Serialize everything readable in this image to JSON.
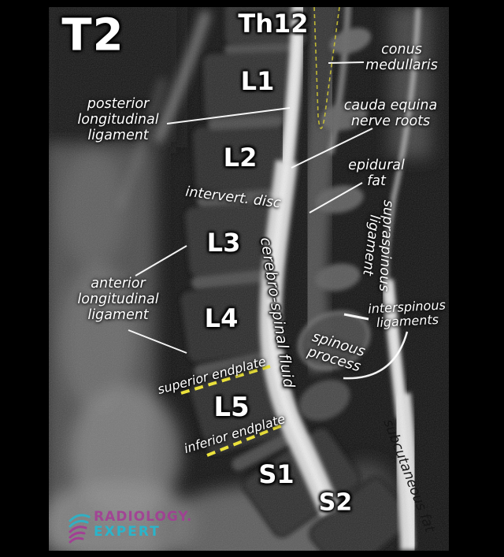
{
  "figure": {
    "modality_label": "T2"
  },
  "vertebrae": {
    "th12": "Th12",
    "l1": "L1",
    "l2": "L2",
    "l3": "L3",
    "l4": "L4",
    "l5": "L5",
    "s1": "S1",
    "s2": "S2"
  },
  "annotations": {
    "posterior_longitudinal_ligament": {
      "lines": [
        "posterior",
        "longitudinal",
        "ligament"
      ]
    },
    "conus_medullaris": {
      "lines": [
        "conus",
        "medullaris"
      ]
    },
    "cauda_equina_nerve_roots": {
      "lines": [
        "cauda equina",
        "nerve roots"
      ]
    },
    "epidural_fat": {
      "lines": [
        "epidural",
        "fat"
      ]
    },
    "intervertebral_disc": {
      "text": "intervert. disc"
    },
    "cerebrospinal_fluid": {
      "text": "cerebro-spinal fluid"
    },
    "supraspinous_ligament": {
      "word1": "supraspinous",
      "word2": "ligament"
    },
    "anterior_longitudinal_ligament": {
      "lines": [
        "anterior",
        "longitudinal",
        "ligament"
      ]
    },
    "interspinous_ligaments": {
      "lines": [
        "interspinous",
        "ligaments"
      ]
    },
    "spinous_process": {
      "lines": [
        "spinous",
        "process"
      ]
    },
    "superior_endplate": {
      "text": "superior endplate"
    },
    "inferior_endplate": {
      "text": "inferior endplate"
    },
    "subcutaneous_fat": {
      "text": "subcutaneous fat"
    }
  },
  "logo": {
    "brand_top": "RADIOLOGY.",
    "brand_bottom": "EXPERT"
  },
  "colors": {
    "background": "#000000",
    "annotation_text": "#ffffff",
    "subcutaneous_text": "#161616",
    "endplate_dash_yellow": "#ece33c",
    "conus_outline_yellow": "#cdc433",
    "logo_magenta": "#a63996",
    "logo_cyan": "#2ab4ca"
  }
}
